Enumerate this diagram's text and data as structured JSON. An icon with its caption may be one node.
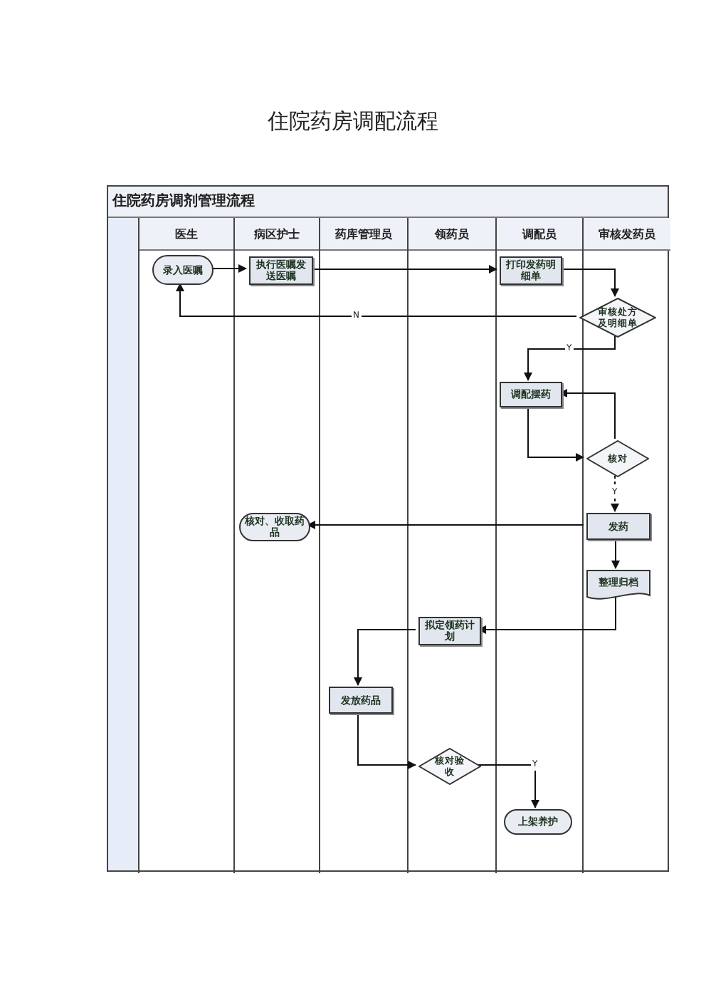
{
  "diagram": {
    "title": "住院药房调配流程",
    "nodes": [
      {
        "text": [
          "住院药房调剂管理流程"
        ]
      },
      {
        "text": [
          "医生"
        ],
        "in": 0
      },
      {
        "text": [
          "病区护士"
        ],
        "in": 0
      },
      {
        "text": [
          "药库管理员"
        ],
        "in": 0
      },
      {
        "text": [
          "领药员"
        ],
        "in": 0
      },
      {
        "text": [
          "调配员"
        ],
        "in": 0
      },
      {
        "text": [
          "审核发药员"
        ],
        "in": 0
      },
      {
        "text": [
          "录入医嘱"
        ],
        "in": 1
      },
      {
        "text": [
          "执行医嘱发送医嘱"
        ],
        "in": 2
      },
      {
        "text": [
          "打印发药明细单"
        ],
        "in": 5
      },
      {
        "text": [
          "审核处方及明细单"
        ],
        "in": 6
      },
      {
        "text": [
          "调配摆药"
        ],
        "in": 5
      },
      {
        "text": [
          "核对"
        ],
        "in": 6
      },
      {
        "text": [
          "核对、收取药品"
        ],
        "in": 2
      },
      {
        "text": [
          "发药"
        ],
        "in": 6
      },
      {
        "text": [
          "整理归档"
        ],
        "in": 6
      },
      {
        "text": [
          "拟定领药计划"
        ],
        "in": 4
      },
      {
        "text": [
          "发放药品"
        ],
        "in": 3
      },
      {
        "text": [
          "核对验收"
        ],
        "in": 4
      },
      {
        "text": [
          "上架养护"
        ],
        "in": 5
      }
    ],
    "edges": [
      {
        "from": 7,
        "to": 8,
        "arrow": "to"
      },
      {
        "from": 8,
        "to": 9,
        "arrow": "to"
      },
      {
        "from": 9,
        "to": 10,
        "arrow": "to"
      },
      {
        "from": 10,
        "to": 7,
        "arrow": "to",
        "label": "N"
      },
      {
        "from": 10,
        "to": 11,
        "arrow": "to",
        "label": "Y"
      },
      {
        "from": 11,
        "to": 12,
        "arrow": "to"
      },
      {
        "from": 12,
        "to": 11,
        "arrow": "to"
      },
      {
        "from": 12,
        "to": 14,
        "arrow": "to",
        "label": "Y",
        "style": "dashed"
      },
      {
        "from": 14,
        "to": 13,
        "arrow": "to"
      },
      {
        "from": 14,
        "to": 15,
        "arrow": "to"
      },
      {
        "from": 15,
        "to": 16,
        "arrow": "to"
      },
      {
        "from": 16,
        "to": 17,
        "arrow": "to"
      },
      {
        "from": 17,
        "to": 18,
        "arrow": "to"
      },
      {
        "from": 18,
        "to": 19,
        "arrow": "to",
        "label": "Y"
      }
    ]
  }
}
